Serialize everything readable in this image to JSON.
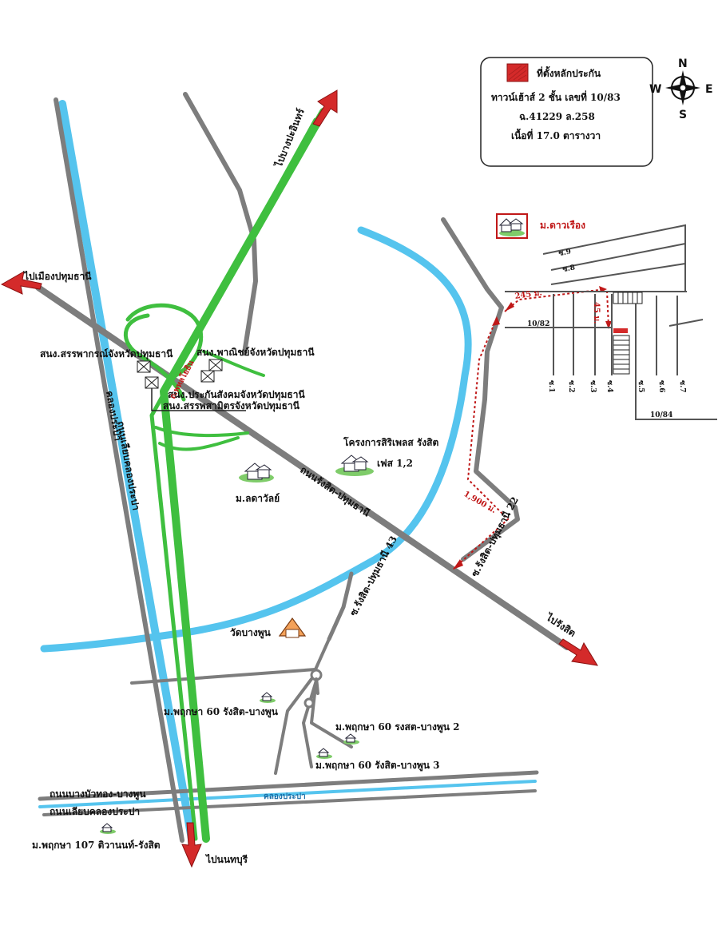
{
  "legend": {
    "title": "ที่ตั้งหลักประกัน",
    "line1": "ทาวน์เฮ้าส์ 2 ชั้น  เลขที่  10/83",
    "line2": "ฉ.41229  ล.258",
    "line3": "เนื้อที่ 17.0 ตารางวา",
    "marker_color": "#d42a2a"
  },
  "compass": {
    "n": "N",
    "s": "S",
    "e": "E",
    "w": "W"
  },
  "colors": {
    "road": "#7d7d7d",
    "highway": "#3fbf3f",
    "canal": "#55c4ee",
    "arrow": "#d42a2a",
    "route": "#c01818"
  },
  "labels": {
    "to_bangpahan": "ไปบางปะอินทร์",
    "to_pathum": "ไปเมืองปทุมธานี",
    "to_rangsit": "ไปรังสิต",
    "to_nonthaburi": "ไปนนทบุรี",
    "revenue_office": "สนง.สรรพากรณ์จังหวัดปทุมธานี",
    "commerce_office": "สนง.พาณิชย์จังหวัดปทุมธานี",
    "social_security": "สนง.ประกันสังคมจังหวัดปทุมธานี",
    "excise_office": "สนง.สรรพสามิตรจังหวัดปทุมธานี",
    "highway_name": "ถ.พหลโยธิน",
    "canal_road": "คลองประปา",
    "canal_road2": "ถนนเลียบคลองประปา",
    "rangsit_pathum_road": "ถนนรังสิต-ปทุมธานี",
    "siriplace": "โครงการสิริเพลส รังสิต",
    "siriplace_phase": "เฟส 1,2",
    "ladawan": "ม.ลดาวัลย์",
    "dao_rueang": "ม.ดาวเรือง",
    "soi43": "ซ.รังสิต-ปทุมธานี 43",
    "soi22": "ซ.รังสิต-ปทุมธานี 22",
    "wat_bangphun": "วัดบางพูน",
    "pruksa60": "ม.พฤกษา 60 รังสิต-บางพูน",
    "pruksa60_2": "ม.พฤกษา 60 รงสต-บางพูน 2",
    "pruksa60_3": "ม.พฤกษา 60 รังสิต-บางพูน 3",
    "bangbuathong_road": "ถนนบางบัวทอง-บางพูน",
    "canal_road3": "ถนนเลียบคลองประปา",
    "canal_bottom": "คลองประปา",
    "pruksa107": "ม.พฤกษา 107 ติวานนท์-รังสิต",
    "dist_245": "245 ม.",
    "dist_45": "45 ม.",
    "dist_1900": "1,900 ม.",
    "house_10_82": "10/82",
    "house_10_84": "10/84",
    "soi9": "ซ.9",
    "soi8": "ซ.8",
    "soi1": "ซ.1",
    "soi2": "ซ.2",
    "soi3": "ซ.3",
    "soi4": "ซ.4",
    "soi5": "ซ.5",
    "soi6": "ซ.6",
    "soi7": "ซ.7"
  }
}
